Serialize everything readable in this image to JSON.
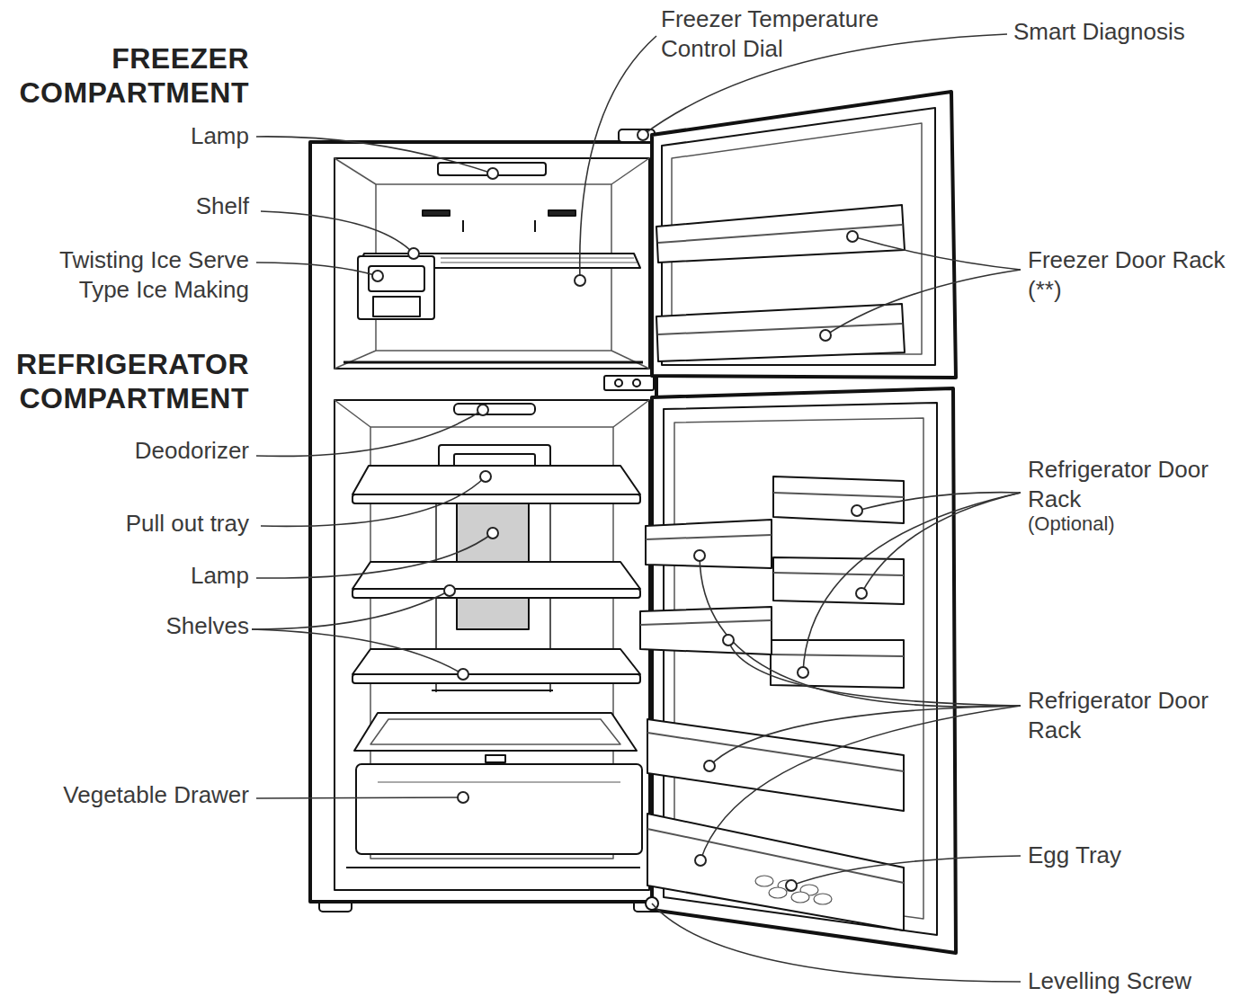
{
  "diagram": {
    "labels": [
      "FREEZER COMPARTMENT",
      "Lamp",
      "Shelf",
      "Twisting Ice Serve Type Ice Making",
      "REFRIGERATOR COMPARTMENT",
      "Deodorizer",
      "Pull out tray",
      "Lamp",
      "Shelves",
      "Vegetable Drawer",
      "Freezer Temperature Control Dial",
      "Smart Diagnosis",
      "Freezer Door Rack (**)",
      "Refrigerator Door Rack",
      "(Optional)",
      "Refrigerator Door Rack",
      "Egg Tray",
      "Levelling Screw"
    ]
  }
}
